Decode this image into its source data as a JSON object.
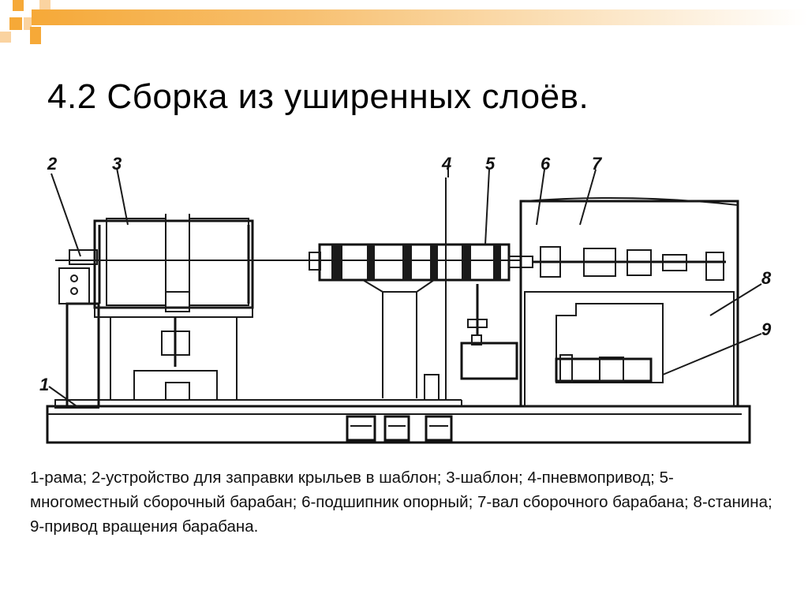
{
  "slide": {
    "title": "4.2 Сборка из уширенных слоёв."
  },
  "diagram": {
    "labels": [
      "1",
      "2",
      "3",
      "4",
      "5",
      "6",
      "7",
      "8",
      "9"
    ]
  },
  "caption": {
    "items": [
      "1-рама;",
      "2-устройство для заправки крыльев в шаблон;",
      "3-шаблон;",
      "4-пневмопривод;",
      "5-многоместный сборочный барабан;",
      "6-подшипник опорный;",
      "7-вал сборочного барабана;",
      "8-станина;",
      "9-привод вращения барабана."
    ]
  },
  "colors": {
    "accent": "#f6a938",
    "accent_light": "#fad3a0",
    "ink": "#1a1a1a"
  }
}
